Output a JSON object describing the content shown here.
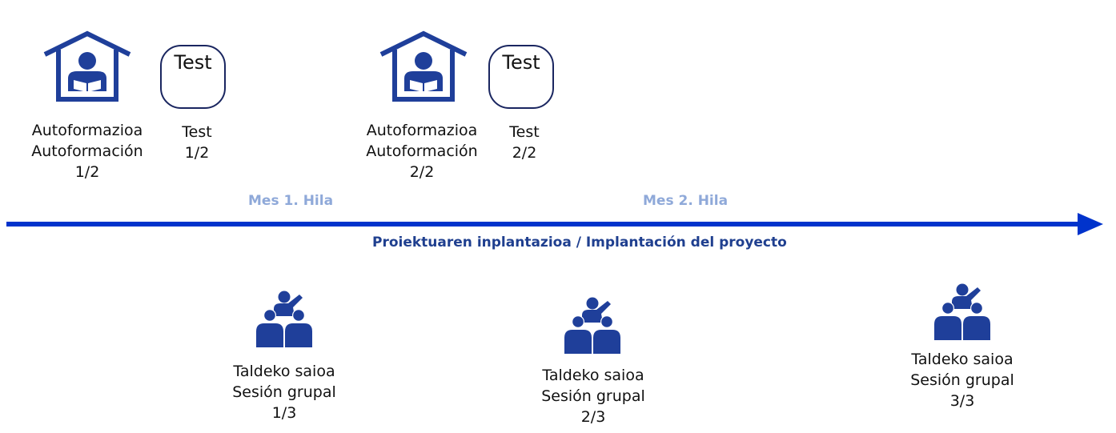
{
  "colors": {
    "timeline": "#0033cc",
    "icon": "#1f3f9a",
    "month": "#8fa9d9",
    "project": "#1f3f8f",
    "test_border": "#1a2660"
  },
  "self_study": [
    {
      "lines": [
        "Autoformazioa",
        "Autoformación",
        "1/2"
      ]
    },
    {
      "lines": [
        "Autoformazioa",
        "Autoformación",
        "2/2"
      ]
    }
  ],
  "tests": [
    {
      "box_label": "Test",
      "lines": [
        "Test",
        "1/2"
      ]
    },
    {
      "box_label": "Test",
      "lines": [
        "Test",
        "2/2"
      ]
    }
  ],
  "months": [
    "Mes 1. Hila",
    "Mes 2. Hila"
  ],
  "timeline_label": "Proiektuaren inplantazioa / Implantación del proyecto",
  "group_sessions": [
    {
      "lines": [
        "Taldeko saioa",
        "Sesión grupal",
        "1/3"
      ]
    },
    {
      "lines": [
        "Taldeko saioa",
        "Sesión grupal",
        "2/3"
      ]
    },
    {
      "lines": [
        "Taldeko saioa",
        "Sesión grupal",
        "3/3"
      ]
    }
  ],
  "icons": {
    "self_study": "house-reader-icon",
    "group": "group-session-icon"
  }
}
